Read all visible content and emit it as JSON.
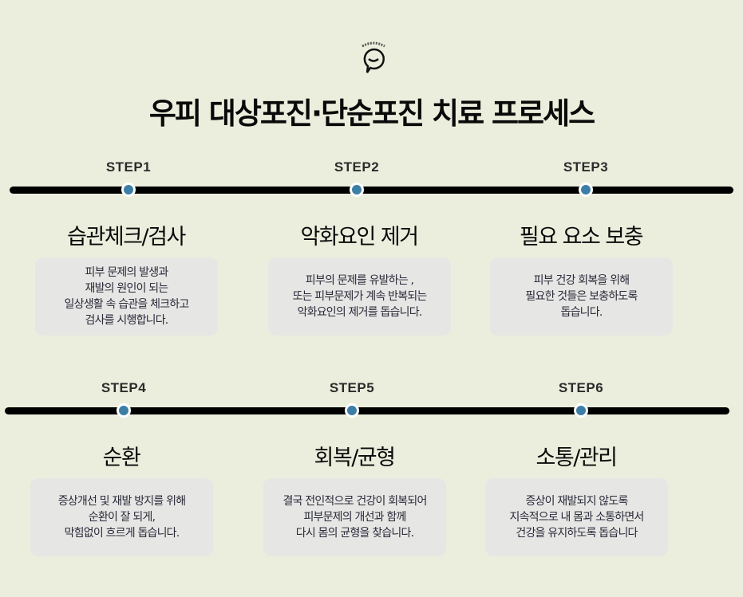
{
  "header": {
    "logo_icon": "smiling-speech-bubble-icon",
    "title": "우피 대상포진·단순포진 치료 프로세스"
  },
  "colors": {
    "background": "#eceedd",
    "dot": "#3d7ea6",
    "box": "#e6e6e4"
  },
  "steps": [
    {
      "label": "STEP1",
      "title": "습관체크/검사",
      "desc": "피부 문제의 발생과\n재발의 원인이 되는\n일상생활 속 습관을 체크하고\n검사를 시행합니다."
    },
    {
      "label": "STEP2",
      "title": "악화요인 제거",
      "desc": "피부의 문제를 유발하는 ,\n또는 피부문제가 계속 반복되는\n악화요인의 제거를  돕습니다."
    },
    {
      "label": "STEP3",
      "title": "필요 요소 보충",
      "desc": "피부 건강 회복을 위해\n필요한 것들은 보충하도록\n돕습니다."
    },
    {
      "label": "STEP4",
      "title": "순환",
      "desc": "증상개선 및 재발 방지를 위해\n순환이 잘 되게,\n막힘없이 흐르게 돕습니다."
    },
    {
      "label": "STEP5",
      "title": "회복/균형",
      "desc": "결국 전인적으로 건강이 회복되어\n피부문제의 개선과 함께\n다시 몸의 균형을 찾습니다."
    },
    {
      "label": "STEP6",
      "title": "소통/관리",
      "desc": "증상이 재발되지 않도록\n지속적으로  내 몸과 소통하면서\n건강을 유지하도록 돕습니다"
    }
  ]
}
